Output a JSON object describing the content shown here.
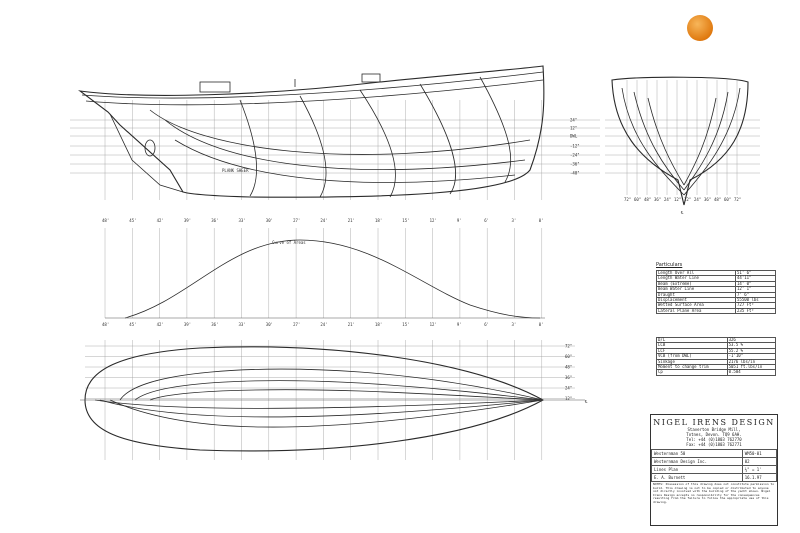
{
  "drawing": {
    "waterline_labels": [
      "24\"",
      "12\"",
      "DWL",
      "-12\"",
      "-24\"",
      "-36\"",
      "-48\""
    ],
    "station_labels": [
      "48'",
      "45'",
      "42'",
      "39'",
      "36'",
      "33'",
      "30'",
      "27'",
      "24'",
      "21'",
      "18'",
      "15'",
      "12'",
      "9'",
      "6'",
      "3'",
      "0'"
    ],
    "section_buttock_labels": [
      "72\"",
      "60\"",
      "48\"",
      "36\"",
      "24\"",
      "12\"",
      "12\"",
      "24\"",
      "36\"",
      "48\"",
      "60\"",
      "72\""
    ],
    "plan_offset_labels": [
      "72\"",
      "60\"",
      "48\"",
      "36\"",
      "24\"",
      "12\""
    ],
    "centreline_symbol": "℄",
    "curve_of_areas_label": "Curve of Areas",
    "plank_sheer_label": "PLANK SHEER",
    "colors": {
      "line": "#2a2a2a",
      "grid": "#9a9a9a",
      "logo": "#e8861c"
    }
  },
  "particulars": {
    "title": "Particulars",
    "rows": [
      {
        "label": "Length Over All",
        "value": "51' 6\""
      },
      {
        "label": "Length Water Line",
        "value": "44'11\""
      },
      {
        "label": "Beam (Extreme)",
        "value": "14' 0\""
      },
      {
        "label": "Beam Water Line",
        "value": "12' 1\""
      },
      {
        "label": "Draught",
        "value": "7' 6\""
      },
      {
        "label": "Displacement",
        "value": "55500 lbs"
      },
      {
        "label": "Wetted Surface Area",
        "value": "727 Ft²"
      },
      {
        "label": "Lateral Plane Area",
        "value": "235 Ft²"
      }
    ]
  },
  "hydrostatics": {
    "rows": [
      {
        "label": "D/L",
        "value": "326"
      },
      {
        "label": "LCB",
        "value": "53.5 %"
      },
      {
        "label": "LCF",
        "value": "55.2 %"
      },
      {
        "label": "VCB (from DWL)",
        "value": "-1'10\""
      },
      {
        "label": "Sinkage",
        "value": "2176 lbs/in"
      },
      {
        "label": "Moment to change trim",
        "value": "5051 ft.lbs/in"
      },
      {
        "label": "Cp",
        "value": "0.584"
      }
    ]
  },
  "title_block": {
    "firm": "NIGEL IRENS DESIGN",
    "address_lines": [
      "Staverton Bridge Mill,",
      "Totnes, Devon. TQ9 6AH.",
      "Tel: +44 (0)1803 762770",
      "Fax: +44 (0)1803 762771"
    ],
    "rows": [
      {
        "left": "Westernman 50",
        "right": "WM50-01"
      },
      {
        "left": "Westernman Design Inc.",
        "right": "02"
      },
      {
        "left": "Lines Plan",
        "right": "¼\" = 1'"
      },
      {
        "left": "E. A. Burnett",
        "right": "16.1.97"
      }
    ],
    "notes": "NOTES: Possession of this drawing does not constitute permission to build. This drawing is not to be copied or distributed to anyone not directly involved with the building of the yacht shown. Nigel Irens Design accepts no responsibility for the consequences resulting from the failure to follow the appropriate use of this drawing."
  }
}
